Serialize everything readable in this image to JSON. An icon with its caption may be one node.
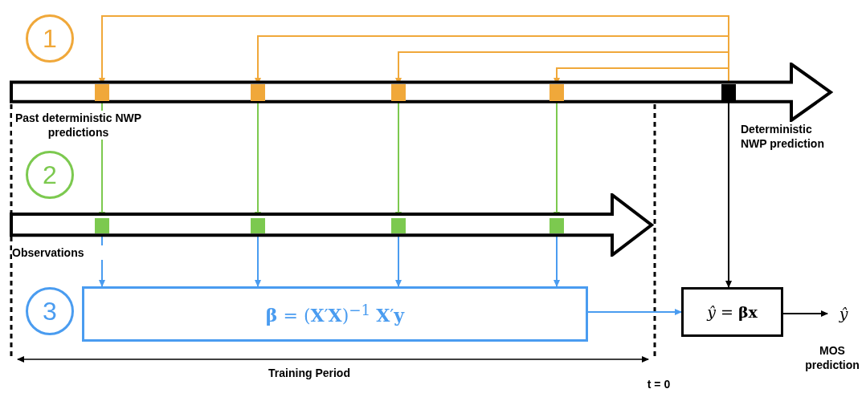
{
  "diagram": {
    "nodes": [
      {
        "text": [
          "1"
        ]
      },
      {
        "text": [],
        "shape": "arrow",
        "beside": [
          "Past deterministic NWP predictions"
        ]
      },
      {
        "text": [],
        "shape": "box",
        "in": 1
      },
      {
        "text": [],
        "shape": "box",
        "in": 1
      },
      {
        "text": [],
        "shape": "box",
        "in": 1
      },
      {
        "text": [],
        "shape": "box",
        "in": 1
      },
      {
        "text": [],
        "shape": "box",
        "in": 1,
        "beside": [
          "Deterministic NWP prediction"
        ]
      },
      {
        "text": [
          "2"
        ]
      },
      {
        "text": [],
        "shape": "arrow",
        "beside": [
          "Observations"
        ]
      },
      {
        "text": [],
        "shape": "box",
        "in": 8
      },
      {
        "text": [],
        "shape": "box",
        "in": 8
      },
      {
        "text": [],
        "shape": "box",
        "in": 8
      },
      {
        "text": [],
        "shape": "box",
        "in": 8
      },
      {
        "text": [
          "3"
        ]
      },
      {
        "text": [
          "**β** = (**X**′**X**)$^{−1}$ **X**′**y**"
        ]
      },
      {
        "text": [
          "*ŷ* = **βx**"
        ]
      },
      {
        "text": [
          "*ŷ*"
        ],
        "beside": [
          "MOS prediction"
        ]
      }
    ],
    "edges": [
      {
        "from": 6,
        "to": 2,
        "arrow": "to",
        "color": "#f0a83a"
      },
      {
        "from": 6,
        "to": 3,
        "arrow": "to",
        "color": "#f0a83a"
      },
      {
        "from": 6,
        "to": 4,
        "arrow": "to",
        "color": "#f0a83a"
      },
      {
        "from": 6,
        "to": 5,
        "arrow": "to",
        "color": "#f0a83a"
      },
      {
        "from": 2,
        "to": 9,
        "arrow": "to",
        "color": "#7cc94f"
      },
      {
        "from": 3,
        "to": 10,
        "arrow": "to",
        "color": "#7cc94f"
      },
      {
        "from": 4,
        "to": 11,
        "arrow": "to",
        "color": "#7cc94f"
      },
      {
        "from": 5,
        "to": 12,
        "arrow": "to",
        "color": "#7cc94f"
      },
      {
        "from": 9,
        "to": 14,
        "arrow": "to",
        "color": "#4a9cf0"
      },
      {
        "from": 10,
        "to": 14,
        "arrow": "to",
        "color": "#4a9cf0"
      },
      {
        "from": 11,
        "to": 14,
        "arrow": "to",
        "color": "#4a9cf0"
      },
      {
        "from": 12,
        "to": 14,
        "arrow": "to",
        "color": "#4a9cf0"
      },
      {
        "from": 6,
        "to": 15,
        "arrow": "to",
        "color": "#000000"
      },
      {
        "from": 14,
        "to": 15,
        "arrow": "to",
        "color": "#4a9cf0"
      },
      {
        "from": 15,
        "to": 16,
        "arrow": "to",
        "color": "#000000"
      }
    ],
    "labels": [
      "Training Period",
      "t = 0"
    ]
  }
}
